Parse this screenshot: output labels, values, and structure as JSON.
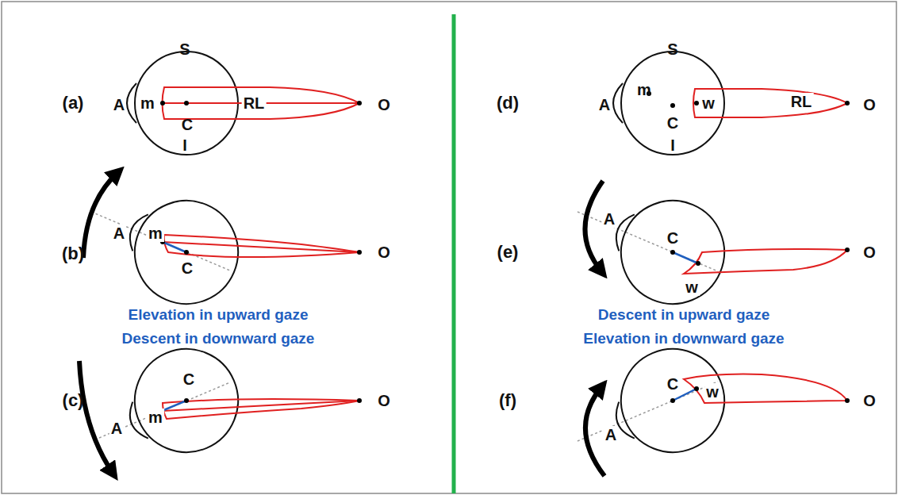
{
  "diagram": {
    "labels": [
      "(a)",
      "A",
      "m",
      "C",
      "RL",
      "O",
      "S",
      "I",
      "(b)",
      "A",
      "m",
      "C",
      "O",
      "Elevation in upward gaze",
      "Descent in downward gaze",
      "(c)",
      "A",
      "m",
      "C",
      "O",
      "(d)",
      "A",
      "m",
      "C",
      "w",
      "RL",
      "O",
      "S",
      "I",
      "(e)",
      "A",
      "C",
      "w",
      "O",
      "Descent in upward gaze",
      "Elevation in downward gaze",
      "(f)",
      "A",
      "C",
      "w",
      "O"
    ]
  }
}
